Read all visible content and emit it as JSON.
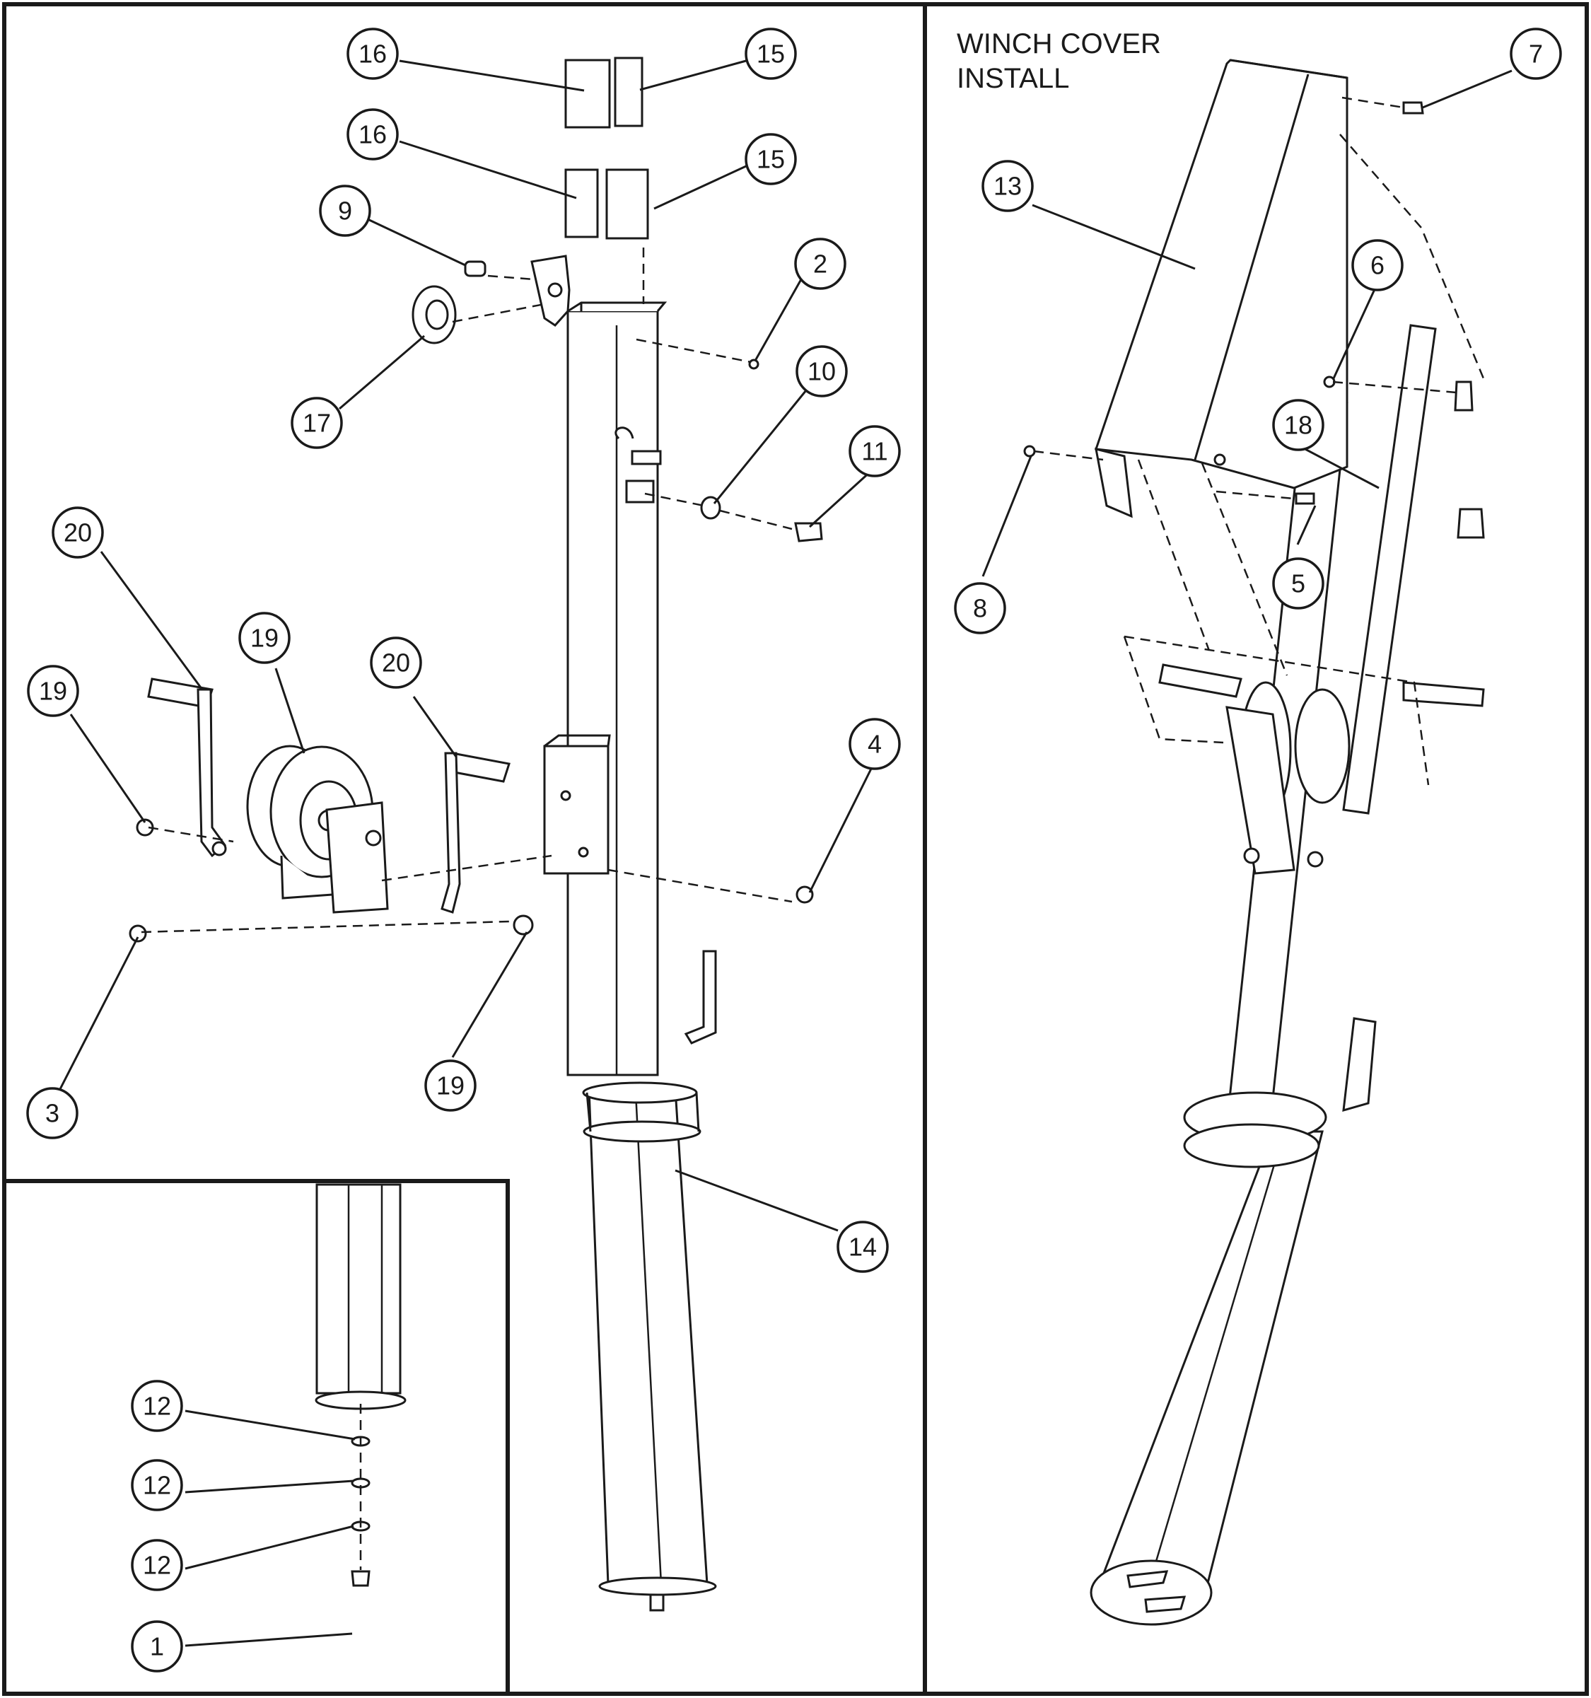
{
  "panel_title_line1": "WINCH COVER",
  "panel_title_line2": "INSTALL",
  "callouts": [
    "16",
    "15",
    "16",
    "15",
    "9",
    "2",
    "17",
    "10",
    "11",
    "20",
    "19",
    "19",
    "20",
    "4",
    "3",
    "19",
    "14",
    "12",
    "12",
    "12",
    "1",
    "7",
    "13",
    "6",
    "18",
    "8",
    "5"
  ]
}
